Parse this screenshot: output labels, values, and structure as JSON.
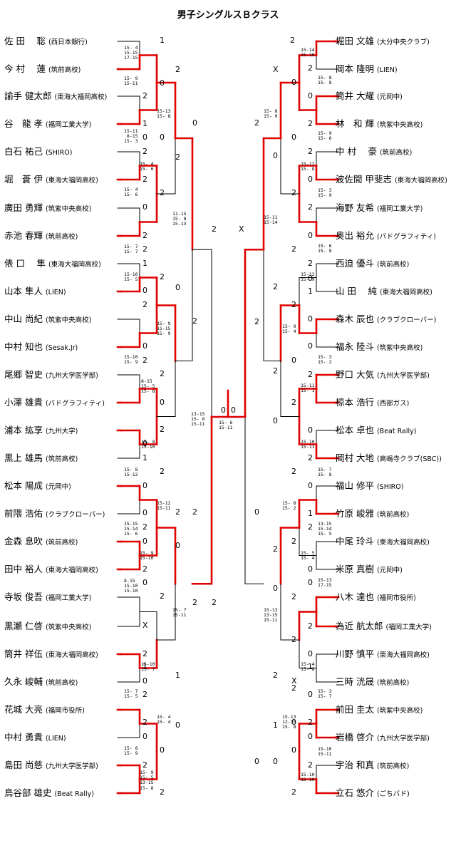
{
  "title": "男子シングルスＢクラス",
  "colors": {
    "win": "#e00000",
    "line": "#000000"
  },
  "left_players": [
    {
      "name": "佐 田　 聡",
      "aff": "(西日本銀行)"
    },
    {
      "name": "今 村　 蓮",
      "aff": "(筑前高校)"
    },
    {
      "name": "諭手 健太郎",
      "aff": "(東海大福岡高校)"
    },
    {
      "name": "谷　龍 孝",
      "aff": "(福岡工業大学)"
    },
    {
      "name": "白石 祐己",
      "aff": "(SHIRO)"
    },
    {
      "name": "堀　蒼 伊",
      "aff": "(東海大福岡高校)"
    },
    {
      "name": "廣田 勇輝",
      "aff": "(筑紫中央高校)"
    },
    {
      "name": "赤池 春輝",
      "aff": "(筑前高校)"
    },
    {
      "name": "俵 口　 隼",
      "aff": "(東海大福岡高校)"
    },
    {
      "name": "山本 隼人",
      "aff": "(LIEN)"
    },
    {
      "name": "中山 尚紀",
      "aff": "(筑紫中央高校)"
    },
    {
      "name": "中村 知也",
      "aff": "(Sesak.Jr)"
    },
    {
      "name": "尾郷 智史",
      "aff": "(九州大学医学部)"
    },
    {
      "name": "小澤 雄貴",
      "aff": "(バドグラフィティ)"
    },
    {
      "name": "浦本 紘享",
      "aff": "(九州大学)"
    },
    {
      "name": "黒上 雄馬",
      "aff": "(筑前高校)"
    },
    {
      "name": "松本 陽成",
      "aff": "(元岡中)"
    },
    {
      "name": "前隈 浩佑",
      "aff": "(クラブクローバー)"
    },
    {
      "name": "金森 息吹",
      "aff": "(筑前高校)"
    },
    {
      "name": "田中 裕人",
      "aff": "(東海大福岡高校)"
    },
    {
      "name": "寺坂 俊吾",
      "aff": "(福岡工業大学)"
    },
    {
      "name": "黒瀬 仁啓",
      "aff": "(筑紫中央高校)"
    },
    {
      "name": "筒井 祥伍",
      "aff": "(東海大福岡高校)"
    },
    {
      "name": "久永 峻輔",
      "aff": "(筑前高校)"
    },
    {
      "name": "花城 大亮",
      "aff": "(福岡市役所)"
    },
    {
      "name": "中村 勇貴",
      "aff": "(LIEN)"
    },
    {
      "name": "島田 尚慈",
      "aff": "(九州大学医学部)"
    },
    {
      "name": "鳥谷部 雄史",
      "aff": "(Beat Rally)"
    }
  ],
  "right_players": [
    {
      "name": "堀田 文雄",
      "aff": "(大分中央クラブ)"
    },
    {
      "name": "岡本 隆明",
      "aff": "(LIEN)"
    },
    {
      "name": "筒井 大耀",
      "aff": "(元岡中)"
    },
    {
      "name": "林　和 輝",
      "aff": "(筑紫中央高校)"
    },
    {
      "name": "中 村　 豪",
      "aff": "(筑前高校)"
    },
    {
      "name": "波佐間 甲斐志",
      "aff": "(東海大福岡高校)"
    },
    {
      "name": "海野 友希",
      "aff": "(福岡工業大学)"
    },
    {
      "name": "奥出 裕允",
      "aff": "(バドグラフィティ)"
    },
    {
      "name": "西迫 優斗",
      "aff": "(筑前高校)"
    },
    {
      "name": "山 田　 純",
      "aff": "(東海大福岡高校)"
    },
    {
      "name": "森木 辰也",
      "aff": "(クラブクローバー)"
    },
    {
      "name": "福永 陸斗",
      "aff": "(筑紫中央高校)"
    },
    {
      "name": "野口 大気",
      "aff": "(九州大学医学部)"
    },
    {
      "name": "椋本 浩行",
      "aff": "(西部ガス)"
    },
    {
      "name": "松本 卓也",
      "aff": "(Beat Rally)"
    },
    {
      "name": "岡村 大地",
      "aff": "(高嶋寺クラブ(SBC))"
    },
    {
      "name": "福山 修平",
      "aff": "(SHIRO)"
    },
    {
      "name": "竹原 峻雅",
      "aff": "(筑前高校)"
    },
    {
      "name": "中尾 玲斗",
      "aff": "(東海大福岡高校)"
    },
    {
      "name": "米原 真樹",
      "aff": "(元岡中)"
    },
    {
      "name": "八木 達也",
      "aff": "(福岡市役所)"
    },
    {
      "name": "為近 航太郎",
      "aff": "(福岡工業大学)"
    },
    {
      "name": "川野 慎平",
      "aff": "(東海大福岡高校)"
    },
    {
      "name": "三時 洸晟",
      "aff": "(筑前高校)"
    },
    {
      "name": "前田 圭太",
      "aff": "(筑紫中央高校)"
    },
    {
      "name": "岩橋 啓介",
      "aff": "(九州大学医学部)"
    },
    {
      "name": "宇治 和真",
      "aff": "(筑前高校)"
    },
    {
      "name": "立石 悠介",
      "aff": "(ごちバド)"
    }
  ],
  "scores": [
    "1",
    "2",
    "0",
    "2",
    "1",
    "0",
    "2",
    "2",
    "0",
    "0",
    "2",
    "2",
    "X",
    "0",
    "2",
    "2",
    "1",
    "0",
    "2",
    "2",
    "0",
    "2",
    "2",
    "0",
    "0",
    "2",
    "2",
    "0",
    "1",
    "0",
    "2",
    "2",
    "0",
    "2",
    "0",
    "2",
    "0",
    "2",
    "X",
    "2",
    "1",
    "0",
    "2",
    "2",
    "0",
    "2",
    "0",
    "2",
    "1",
    "2",
    "0",
    "2",
    "0",
    "2",
    "0",
    "2",
    "0",
    "2",
    "0",
    "2",
    "0",
    "X",
    "2",
    "2",
    "0",
    "2",
    "0",
    "2",
    "2",
    "0",
    "0",
    "2",
    "2",
    "0",
    "1",
    "0",
    "2",
    "2",
    "0",
    "2",
    "0",
    "2",
    "2",
    "0",
    "2",
    "0",
    "2",
    "1",
    "2",
    "0",
    "0",
    "2",
    "2",
    "0",
    "2",
    "2",
    "0",
    "2",
    "1",
    "0",
    "X",
    "2",
    "0",
    "2",
    "0",
    "2",
    "1",
    "0",
    "2",
    "0",
    "2",
    "0",
    "2",
    "0",
    "0"
  ],
  "game_scores": [
    "15- 4\n15-15\n17-15",
    "15- 9\n15-11",
    "15-11\n 8-15\n15- 3",
    "15- 4\n15- 6",
    "15- 4\n15- 6",
    "15-13\n15- 8",
    "15- 7\n15- 7",
    "15-10\n15- 5",
    "15- 9\n11-15\n15- 9",
    "15-10\n15- 9",
    "8-15\n15- 5\n15- 8",
    "11-15\n15- 8\n15-13",
    "15- 8\n15-10",
    "15- 8\n15-12",
    "15-12\n15-11",
    "15-15\n15-14\n15- 6",
    "15- 9\n15-10",
    "8-15\n15-10\n15-10",
    "15- 7\n15-11",
    "15-10\n15- 7",
    "15- 7\n15- 5",
    "15- 9\n15- 5\n13-15\n15- 8",
    "15- 4\n15- 4",
    "15- 8\n15- 9",
    "13-15\n15- 6\n15-11",
    "15- 6\n15-11",
    "15-14\n15-10",
    "15- 8\n15- 8",
    "15- 9\n15- 6",
    "15-12\n15- 8",
    "15- 3\n15- 9",
    "15- 8\n15- 9",
    "15- 6\n15- 8",
    "15-12\n15- 9",
    "15- 9\n15- 4",
    "15- 3\n15- 2",
    "15-11\n15- 1",
    "15-11\n15-14",
    "15-10\n15-11",
    "15- 7\n15- 8",
    "15- 8\n15- 2",
    "13-15\n15-14\n15- 5",
    "15- 5\n15- 4",
    "15-13\n17-15",
    "15-13\n13-15\n15-11",
    "15- 4\n15- 8",
    "15- 3\n15- 7",
    "15-13\n12-15\n15- 8",
    "15-10\n15-11",
    "15-10\n15-10"
  ]
}
